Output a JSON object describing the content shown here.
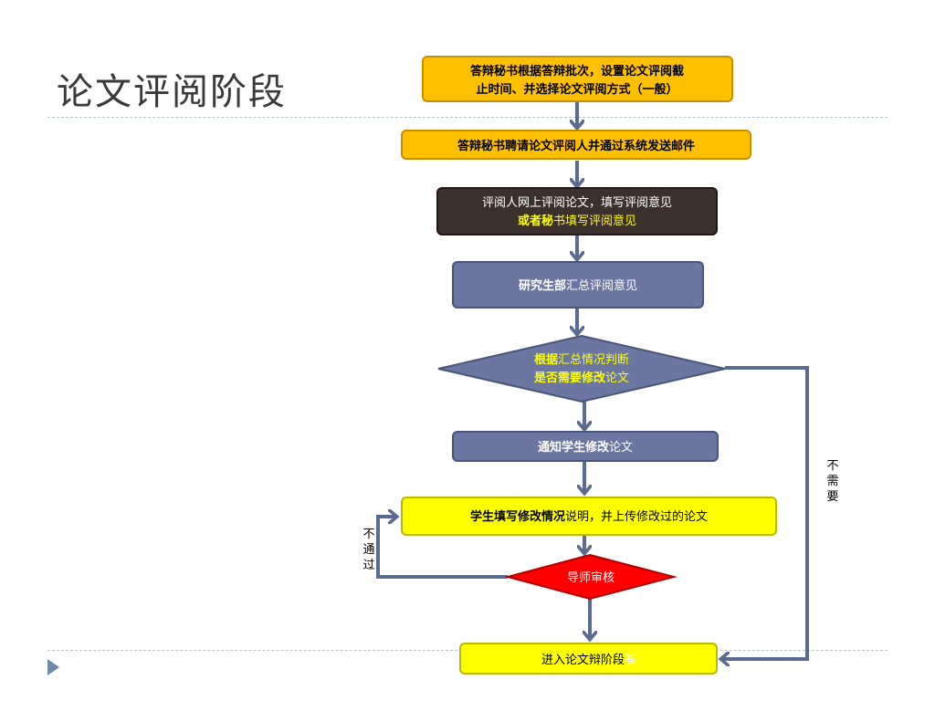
{
  "slide": {
    "title": "论文评阅阶段"
  },
  "steps": {
    "s1_line1": "答辩秘书根据答辩批次，设置论文评阅截",
    "s1_line2": "止时间、并选择论文评阅方式（一般）",
    "s2": "答辩秘书聘请论文评阅人并通过系统发送邮件",
    "s3_line1": "评阅人网上评阅论文，填写评阅意见",
    "s3_line2_a": "或者秘",
    "s3_line2_b": "书填写评阅意见",
    "s4_a": "研究生部",
    "s4_b": "汇总评阅意见",
    "d1_line1_a": "根据",
    "d1_line1_b": "汇总情况判断",
    "d1_line2_a": "是否需要修改",
    "d1_line2_b": "论文",
    "s5_a": "通知学生修改",
    "s5_b": "论文",
    "s6_a": "学生填写修改情况",
    "s6_b": "说明，并上传修改过的论文",
    "d2": "导师审核",
    "s7_a": "进入论文辩阶段",
    "s7_b": "答"
  },
  "labels": {
    "not_needed": [
      "不",
      "需",
      "要"
    ],
    "not_passed": [
      "不",
      "通",
      "过"
    ]
  },
  "colors": {
    "orange": "#ffc000",
    "dark": "#3b302c",
    "slate": "#6b77a0",
    "yellow": "#ffff00",
    "red": "#ff0000",
    "connector": "#5b6a8f",
    "yellow_text": "#ffff00"
  }
}
